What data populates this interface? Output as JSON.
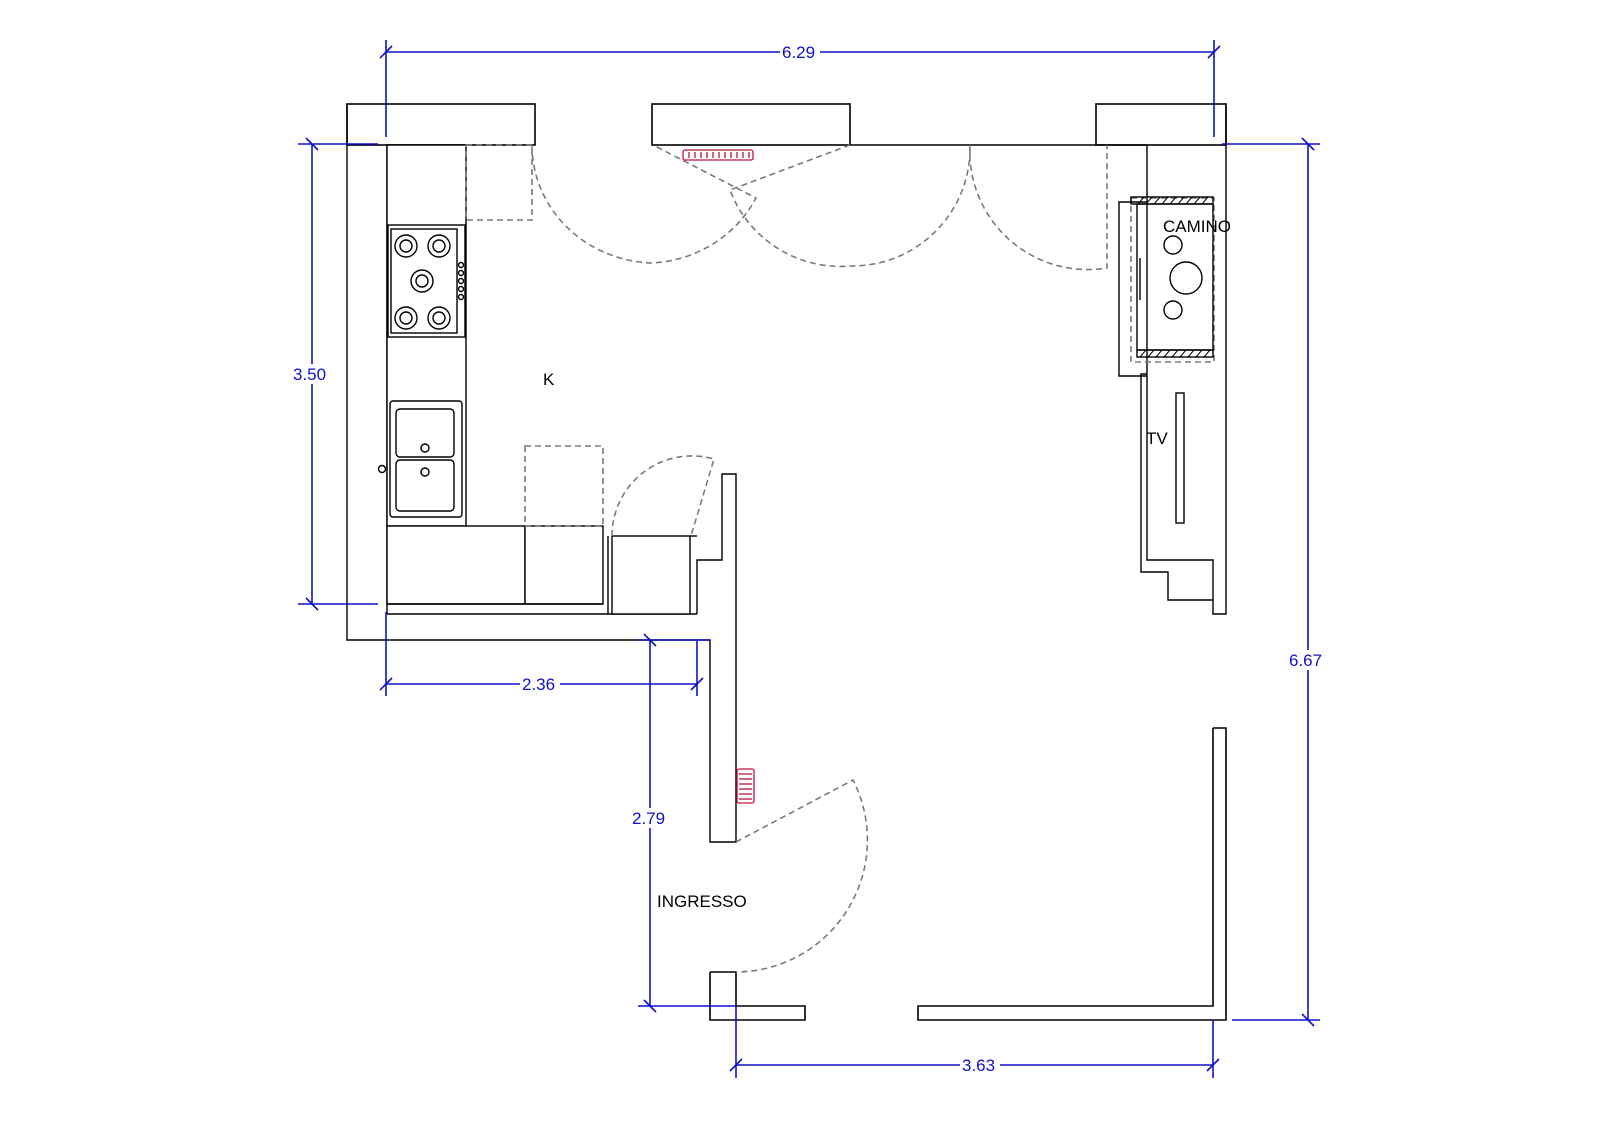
{
  "labels": {
    "kitchen": "K",
    "fireplace": "CAMINO",
    "tv": "TV",
    "entrance": "INGRESSO"
  },
  "dimensions": {
    "top_width": "6.29",
    "left_height": "3.50",
    "right_height": "6.67",
    "kitchen_width": "2.36",
    "entrance_height": "2.79",
    "bottom_width": "3.63"
  },
  "colors": {
    "dimension_lines": "#1010c8",
    "radiator": "#c0143c",
    "walls": "#000000",
    "door_swings": "#7a7a7a"
  }
}
